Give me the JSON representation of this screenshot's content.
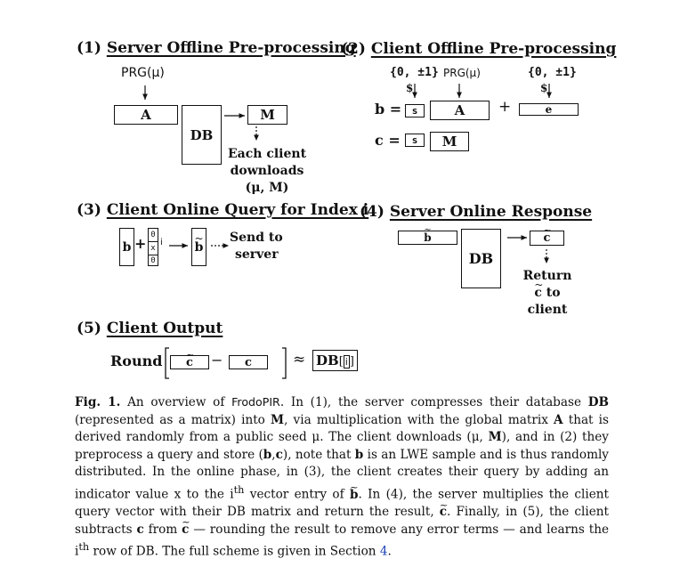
{
  "sections": {
    "s1": {
      "num": "(1)",
      "title": "Server Offline Pre-processing"
    },
    "s2": {
      "num": "(2)",
      "title": "Client Offline Pre-processing"
    },
    "s3": {
      "num": "(3)",
      "title": "Client Online Query for Index i"
    },
    "s4": {
      "num": "(4)",
      "title": "Server Online Response"
    },
    "s5": {
      "num": "(5)",
      "title": "Client Output"
    }
  },
  "s1": {
    "prg": "PRG(μ)",
    "a_box": "A",
    "db_box": "DB",
    "m_box": "M",
    "note_line1": "Each client",
    "note_line2": "downloads",
    "note_line3": "(μ, M)"
  },
  "s2": {
    "set_left": "{0, ±1}",
    "dollar_left": "$",
    "prg": "PRG(μ)",
    "set_right": "{0, ±1}",
    "dollar_right": "$",
    "b_eq": "b =",
    "s_box": "s",
    "a_box": "A",
    "plus": "+",
    "e_box": "e",
    "c_eq": "c =",
    "s_box2": "s",
    "m_box": "M"
  },
  "s3": {
    "b": "b",
    "plus": "+",
    "v0": "0",
    "vx": "x",
    "vi": "i",
    "v1": "0",
    "btilde": "b",
    "send1": "Send to",
    "send2": "server"
  },
  "s4": {
    "btilde": "b",
    "db_box": "DB",
    "ctilde": "c",
    "ret1": "Return",
    "ret2": "c to",
    "ret3": "client"
  },
  "s5": {
    "round": "Round",
    "ctilde": "c",
    "minus": "−",
    "c": "c",
    "approx": "≈",
    "db": "DB",
    "idx": "i"
  },
  "caption": {
    "fig": "Fig. 1.",
    "t1": " An overview of ",
    "frodo": "FrodoPIR",
    "t2": ". In (1), the server compresses their database ",
    "db1": "DB",
    "t3": " (represented as a matrix) into ",
    "m1": "M",
    "t4": ", via multiplication with the global matrix ",
    "a1": "A",
    "t5": " that is derived randomly from a public seed μ. The client downloads (μ, ",
    "m2": "M",
    "t6": "), and in (2) they preprocess a query and store (",
    "b1": "b",
    "t7": ",",
    "c1": "c",
    "t8": "), note that ",
    "b2": "b",
    "t9": " is an LWE sample and is thus randomly distributed. In the online phase, in (3), the client creates their query by adding an indicator value x to the i",
    "th1": "th",
    "t10": " vector entry of ",
    "b3": "b",
    "t11": ". In (4), the server multiplies the client query vector with their DB matrix and return the result, ",
    "c2": "c",
    "t12": ". Finally, in (5), the client subtracts ",
    "c3": "c",
    "t13": " from ",
    "c4": "c",
    "t14": " — rounding the result to remove any error terms — and learns the i",
    "th2": "th",
    "t15": " row of DB. The full scheme is given in Section ",
    "sec": "4",
    "t16": "."
  }
}
